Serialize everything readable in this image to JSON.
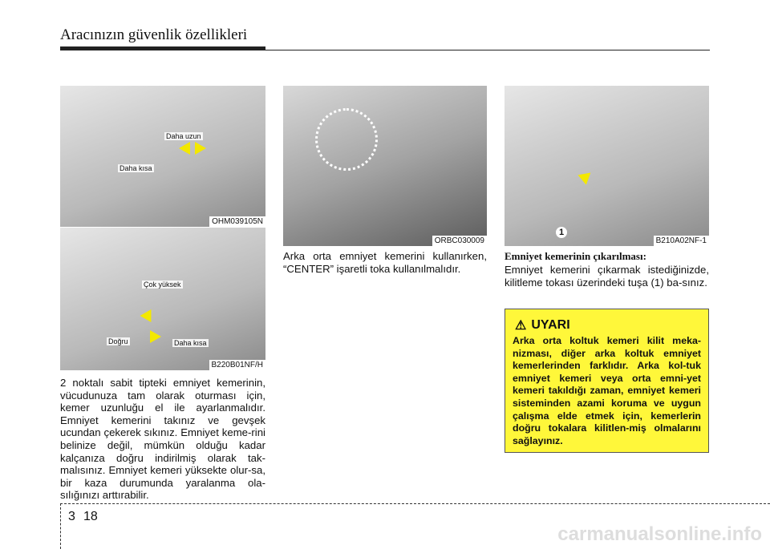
{
  "header": {
    "title": "Aracınızın güvenlik özellikleri"
  },
  "figures": {
    "fig1": {
      "code": "OHM039105N",
      "labels": [
        "Daha uzun",
        "Daha kısa"
      ]
    },
    "fig2": {
      "code": "B220B01NF/H",
      "labels": [
        "Çok yüksek",
        "Doğru",
        "Daha kısa"
      ]
    },
    "fig3": {
      "code": "ORBC030009"
    },
    "fig4": {
      "code": "B210A02NF-1",
      "callout": "1"
    }
  },
  "col1": {
    "text": "2 noktalı sabit tipteki emniyet kemerinin, vücudunuza tam olarak oturması için, kemer uzunluğu el ile ayarlanmalıdır. Emniyet kemerini takınız ve gevşek ucundan çekerek sıkınız. Emniyet keme-rini belinize değil, mümkün olduğu kadar kalçanıza doğru indirilmiş olarak tak-malısınız. Emniyet kemeri yüksekte olur-sa, bir kaza durumunda yaralanma ola-sılığınızı arttırabilir."
  },
  "col2": {
    "text": "Arka orta emniyet kemerini kullanırken, “CENTER” işaretli toka kullanılmalıdır."
  },
  "col3": {
    "subtitle": "Emniyet kemerinin çıkarılması:",
    "text": "Emniyet kemerini çıkarmak istediğinizde, kilitleme tokası üzerindeki tuşa (1) ba-sınız."
  },
  "warning": {
    "title": "UYARI",
    "text": "Arka orta koltuk kemeri kilit meka-nizması, diğer arka koltuk emniyet kemerlerinden farklıdır. Arka kol-tuk emniyet kemeri veya orta emni-yet kemeri takıldığı zaman, emniyet kemeri sisteminden azami koruma ve uygun çalışma elde etmek için, kemerlerin doğru tokalara kilitlen-miş olmalarını sağlayınız.",
    "color": "#fff73a"
  },
  "footer": {
    "section": "3",
    "page": "18"
  },
  "watermark": "carmanualsonline.info"
}
